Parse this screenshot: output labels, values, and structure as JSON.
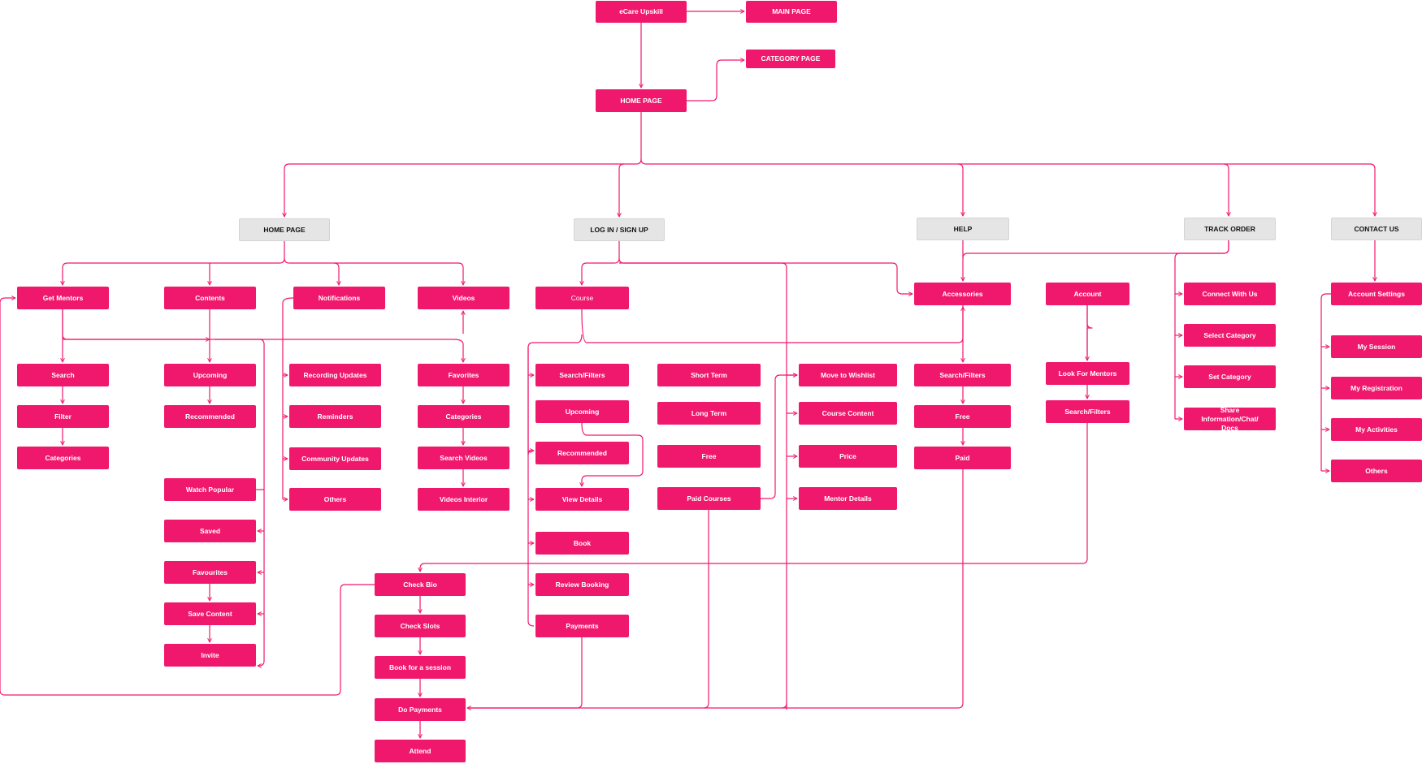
{
  "colors": {
    "accent": "#f0186c",
    "section_fill": "#e5e5e5",
    "line": "#f0186c"
  },
  "nodes": {
    "ecare": "eCare Upskill",
    "main_page": "MAIN PAGE",
    "category_page": "CATEGORY PAGE",
    "home_page": "HOME PAGE",
    "sec_home": "HOME PAGE",
    "sec_login": "LOG IN / SIGN UP",
    "sec_help": "HELP",
    "sec_track": "TRACK ORDER",
    "sec_contact": "CONTACT US",
    "get_mentors": "Get Mentors",
    "search": "Search",
    "filter": "Filter",
    "categories_gm": "Categories",
    "contents": "Contents",
    "upcoming_c": "Upcoming",
    "recommended_c": "Recommended",
    "watch_popular": "Watch Popular",
    "saved": "Saved",
    "favourites": "Favourites",
    "save_content": "Save Content",
    "invite": "Invite",
    "notifications": "Notifications",
    "recording_updates": "Recording Updates",
    "reminders": "Reminders",
    "community_updates": "Community Updates",
    "others_n": "Others",
    "videos": "Videos",
    "favorites": "Favorites",
    "categories_v": "Categories",
    "search_videos": "Search Videos",
    "videos_interior": "Videos Interior",
    "course": "Course",
    "search_filters_c": "Search/Filters",
    "upcoming_co": "Upcoming",
    "recommended_co": "Recommended",
    "view_details": "View Details",
    "book": "Book",
    "review_booking": "Review Booking",
    "payments": "Payments",
    "short_term": "Short Term",
    "long_term": "Long Term",
    "free_c": "Free",
    "paid_courses": "Paid Courses",
    "move_wishlist": "Move to Wishlist",
    "course_content": "Course Content",
    "price": "Price",
    "mentor_details": "Mentor Details",
    "check_bio": "Check Bio",
    "check_slots": "Check Slots",
    "book_session": "Book for a session",
    "do_payments": "Do Payments",
    "attend": "Attend",
    "accessories": "Accessories",
    "search_filters_a": "Search/Filters",
    "free_a": "Free",
    "paid_a": "Paid",
    "account": "Account",
    "look_mentors": "Look For Mentors",
    "search_filters_acc": "Search/Filters",
    "connect_us": "Connect With Us",
    "select_category": "Select Category",
    "set_category": "Set Category",
    "share_info": "Share Information/Chat/ Docs",
    "account_settings": "Account Settings",
    "my_session": "My Session",
    "my_registration": "My Registration",
    "my_activities": "My Activities",
    "others_ct": "Others"
  }
}
